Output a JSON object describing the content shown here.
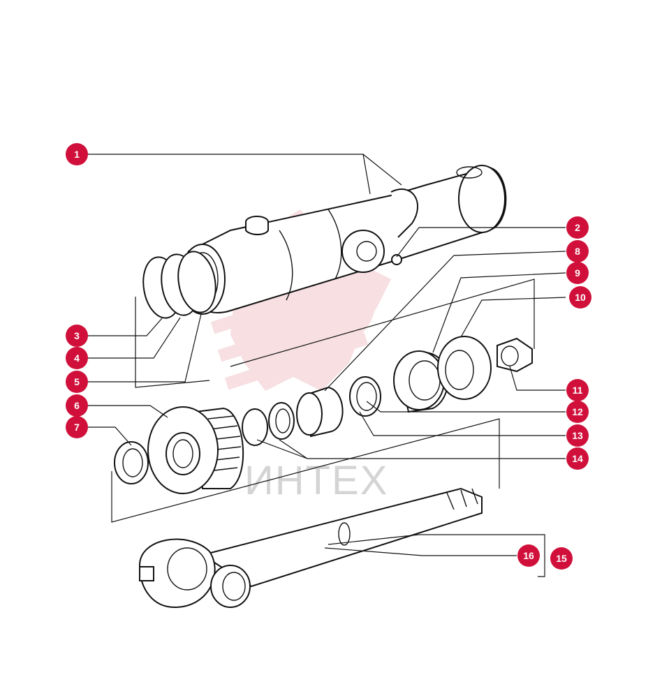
{
  "watermark": {
    "text": "ИНТЕХ"
  },
  "colors": {
    "callout": "#d0103a",
    "line": "#111111",
    "watermark": "#f2c6cc"
  },
  "callouts": [
    {
      "id": "callout-1",
      "label": "1"
    },
    {
      "id": "callout-2",
      "label": "2"
    },
    {
      "id": "callout-3",
      "label": "3"
    },
    {
      "id": "callout-4",
      "label": "4"
    },
    {
      "id": "callout-5",
      "label": "5"
    },
    {
      "id": "callout-6",
      "label": "6"
    },
    {
      "id": "callout-7",
      "label": "7"
    },
    {
      "id": "callout-8",
      "label": "8"
    },
    {
      "id": "callout-9",
      "label": "9"
    },
    {
      "id": "callout-10",
      "label": "10"
    },
    {
      "id": "callout-11",
      "label": "11"
    },
    {
      "id": "callout-12",
      "label": "12"
    },
    {
      "id": "callout-13",
      "label": "13"
    },
    {
      "id": "callout-14",
      "label": "14"
    },
    {
      "id": "callout-15",
      "label": "15"
    },
    {
      "id": "callout-16",
      "label": "16"
    }
  ]
}
